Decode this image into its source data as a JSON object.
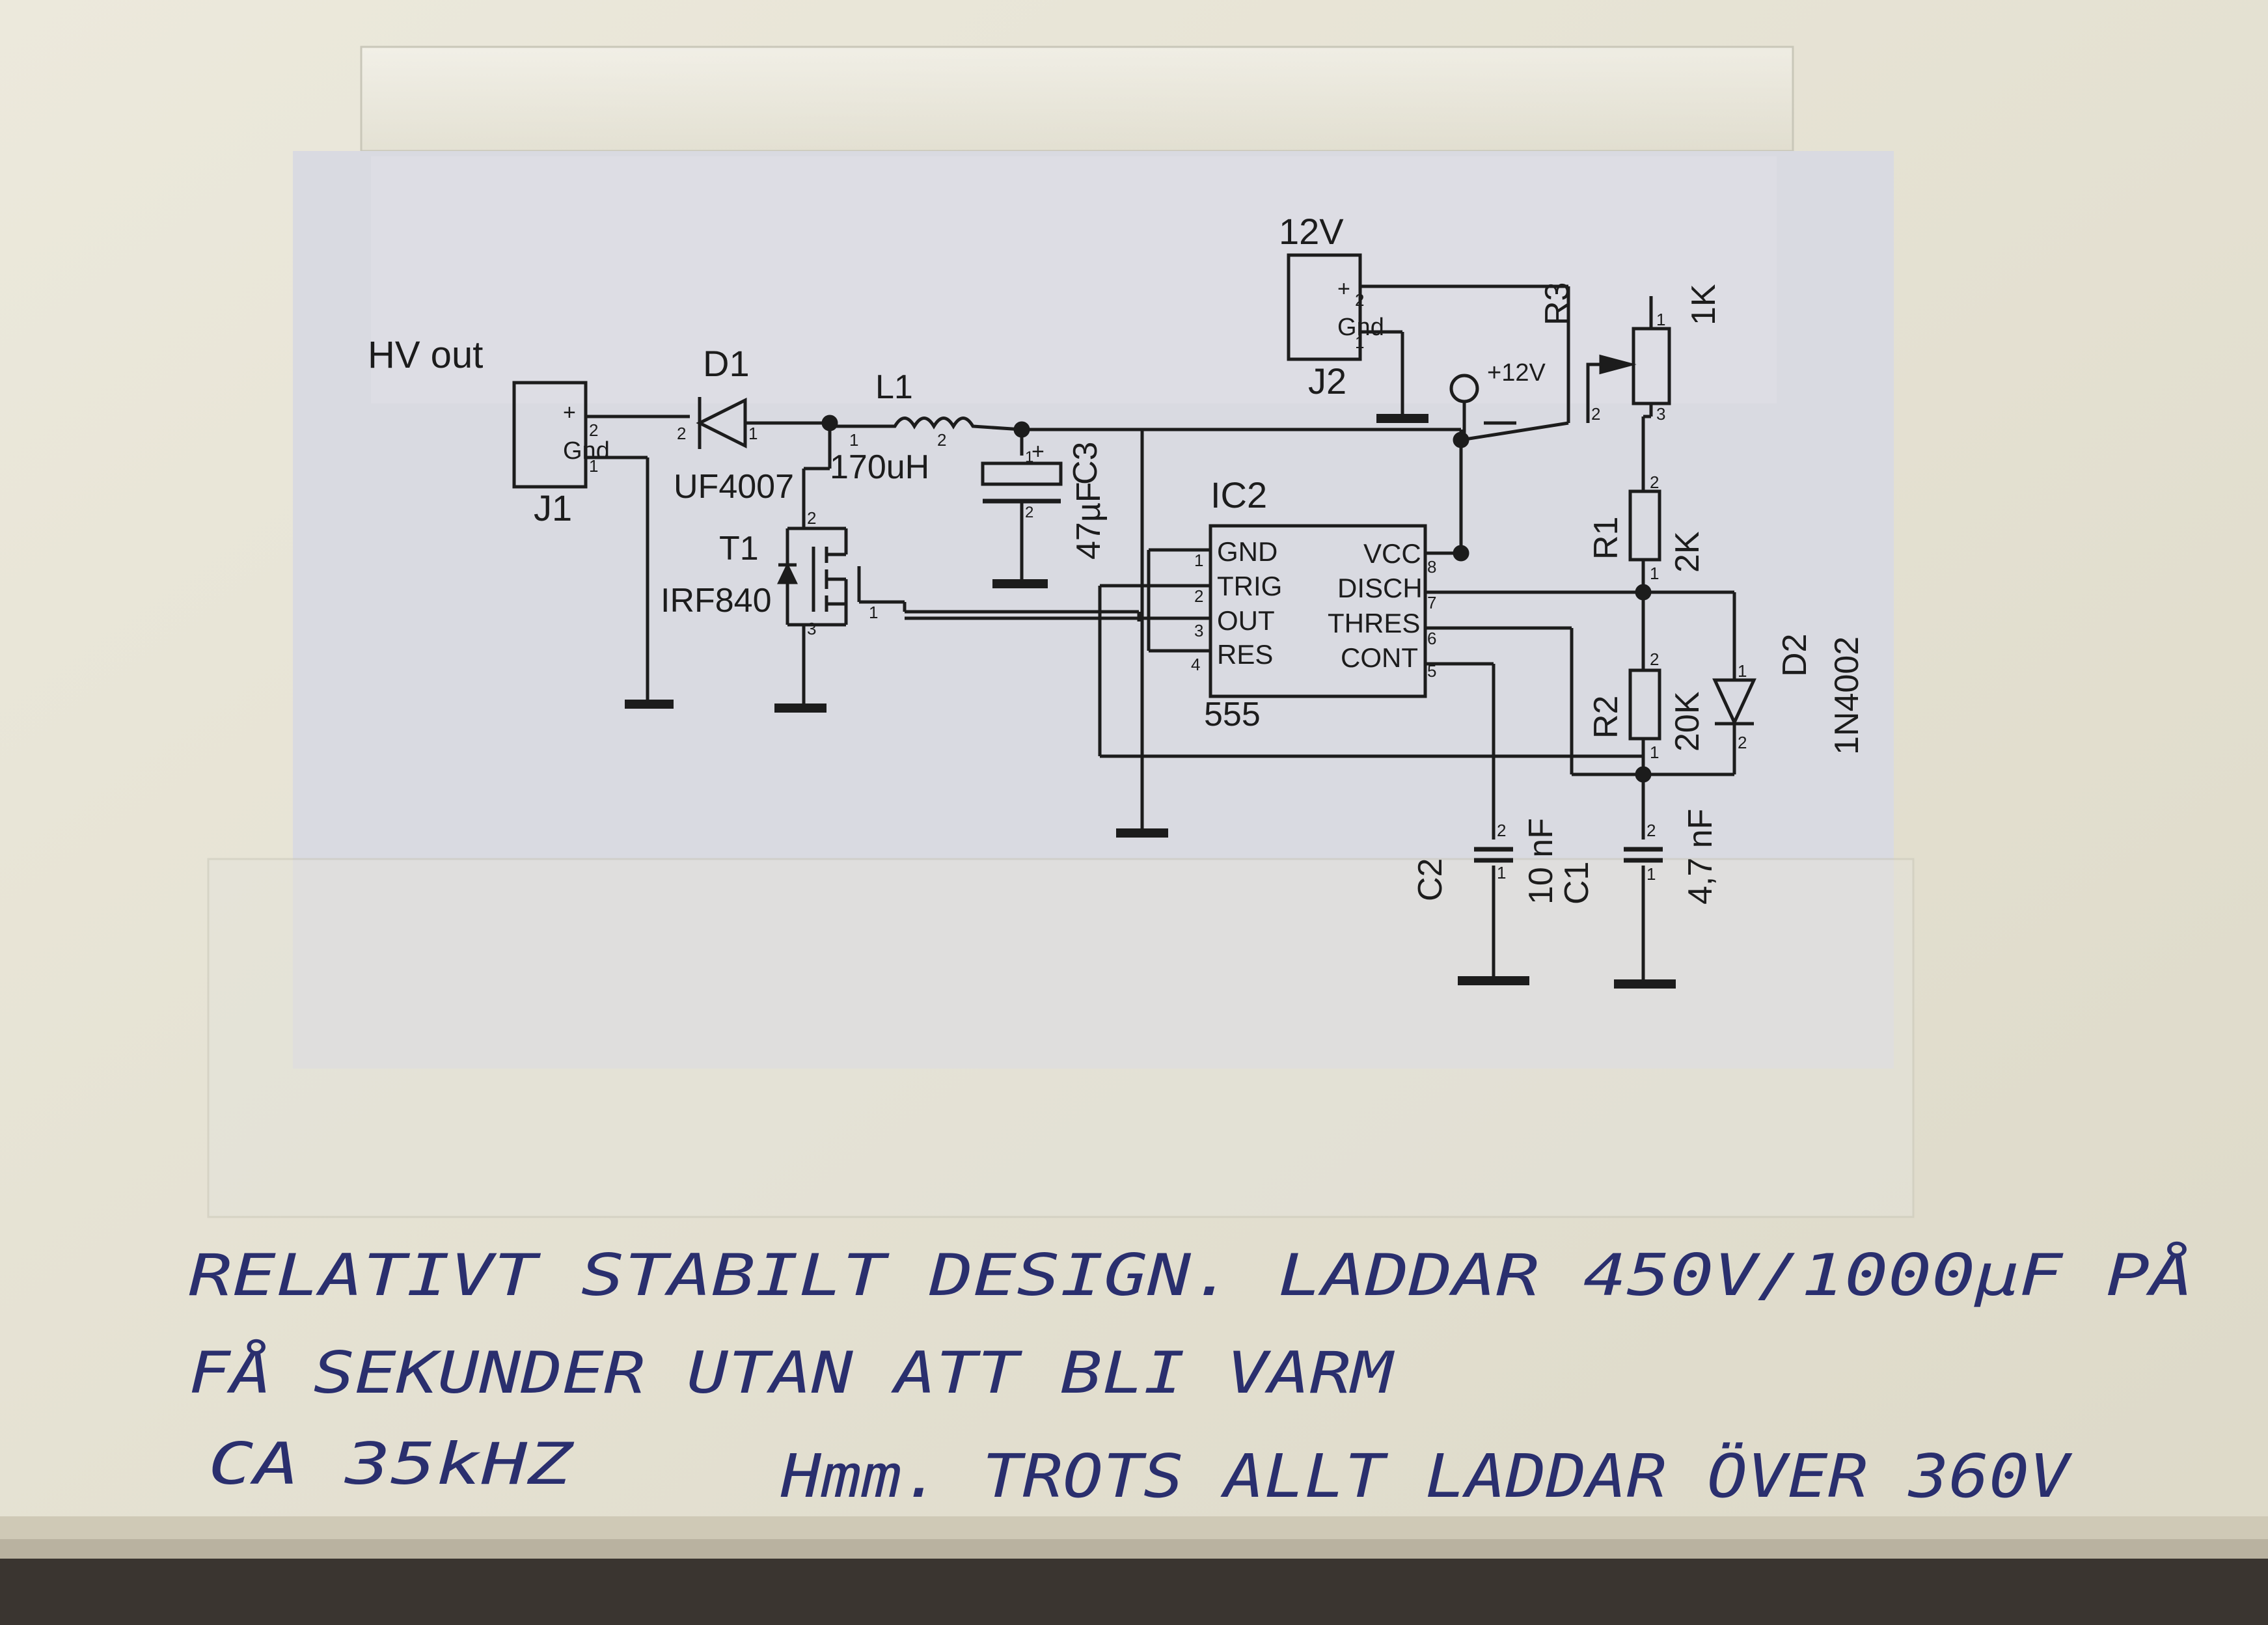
{
  "schematic": {
    "title_hv_out": "HV out",
    "j1": {
      "ref": "J1",
      "plus": "+",
      "gnd": "Gnd",
      "pin1": "1",
      "pin2": "2"
    },
    "d1": {
      "ref": "D1",
      "value": "UF4007",
      "pin1": "1",
      "pin2": "2"
    },
    "l1": {
      "ref": "L1",
      "value": "170uH",
      "pin1": "1",
      "pin2": "2"
    },
    "t1": {
      "ref": "T1",
      "value": "IRF840",
      "pin1": "1",
      "pin2": "2",
      "pin3": "3"
    },
    "c3": {
      "ref": "C3",
      "value": "47µF",
      "plus": "+",
      "pin1": "1",
      "pin2": "2"
    },
    "j2": {
      "ref": "J2",
      "voltage": "12V",
      "plus": "+",
      "gnd": "Gnd",
      "pin1": "1",
      "pin2": "2"
    },
    "supply": {
      "label": "+12V",
      "symbol": "⊕"
    },
    "r3": {
      "ref": "R3",
      "value": "1K",
      "pin1": "1",
      "pin2": "2",
      "pin3": "3"
    },
    "ic2": {
      "ref": "IC2",
      "value": "555",
      "left_pins": [
        {
          "num": "1",
          "name": "GND"
        },
        {
          "num": "2",
          "name": "TRIG"
        },
        {
          "num": "3",
          "name": "OUT"
        },
        {
          "num": "4",
          "name": "RES"
        }
      ],
      "right_pins": [
        {
          "num": "8",
          "name": "VCC"
        },
        {
          "num": "7",
          "name": "DISCH"
        },
        {
          "num": "6",
          "name": "THRES"
        },
        {
          "num": "5",
          "name": "CONT"
        }
      ]
    },
    "r1": {
      "ref": "R1",
      "value": "2K",
      "pin1": "1",
      "pin2": "2"
    },
    "r2": {
      "ref": "R2",
      "value": "20K",
      "pin1": "1",
      "pin2": "2"
    },
    "d2": {
      "ref": "D2",
      "value": "1N4002",
      "pin1": "1",
      "pin2": "2"
    },
    "c2": {
      "ref": "C2",
      "value": "10 nF",
      "pin1": "1",
      "pin2": "2"
    },
    "c1": {
      "ref": "C1",
      "value": "4,7 nF",
      "pin1": "1",
      "pin2": "2"
    }
  },
  "handwriting": {
    "line1": "RELATIVT STABILT DESIGN. LADDAR 450V/1000µF PÅ",
    "line2": "FÅ SEKUNDER UTAN ATT BLI VARM",
    "line3": "CA 35kHZ",
    "line4": "Hmm. TROTS ALLT LADDAR ÖVER 360V"
  },
  "colors": {
    "paper": "#e8e6da",
    "schematic_paper": "#dadbe1",
    "ink": "#2a2f6e",
    "line": "#1c1c1c"
  }
}
